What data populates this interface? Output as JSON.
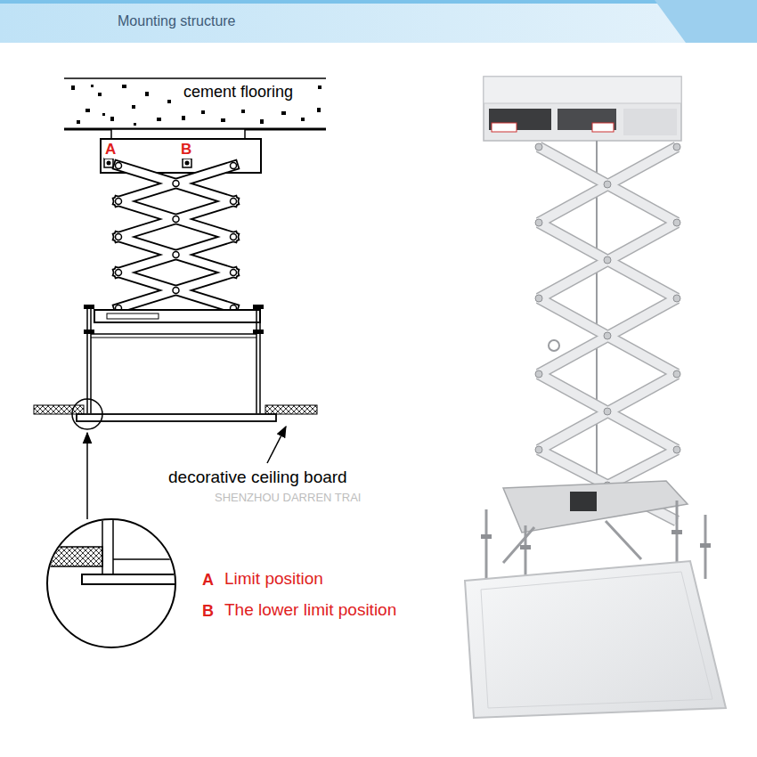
{
  "diagram": {
    "title": "Mounting structure",
    "labels": [
      "cement flooring",
      "A",
      "B",
      "decorative ceiling board",
      "SHENZHOU DARREN TRAI",
      "A",
      "Limit position",
      "B",
      "The lower limit position"
    ]
  }
}
